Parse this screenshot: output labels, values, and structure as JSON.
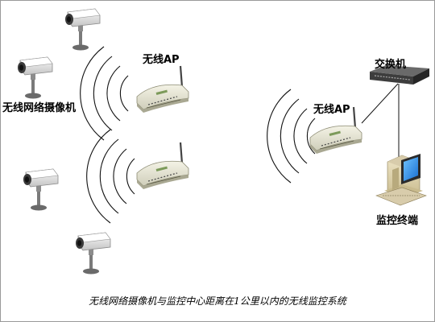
{
  "labels": {
    "camera": "无线网络摄像机",
    "ap_left": "无线AP",
    "ap_right": "无线AP",
    "switch": "交换机",
    "terminal": "监控终端"
  },
  "caption": "无线网络摄像机与监控中心距离在1公里以内的无线监控系统",
  "icons": {
    "camera": "ip-camera-icon",
    "access_point": "wireless-router-icon",
    "switch": "network-switch-icon",
    "terminal": "desktop-computer-icon"
  }
}
